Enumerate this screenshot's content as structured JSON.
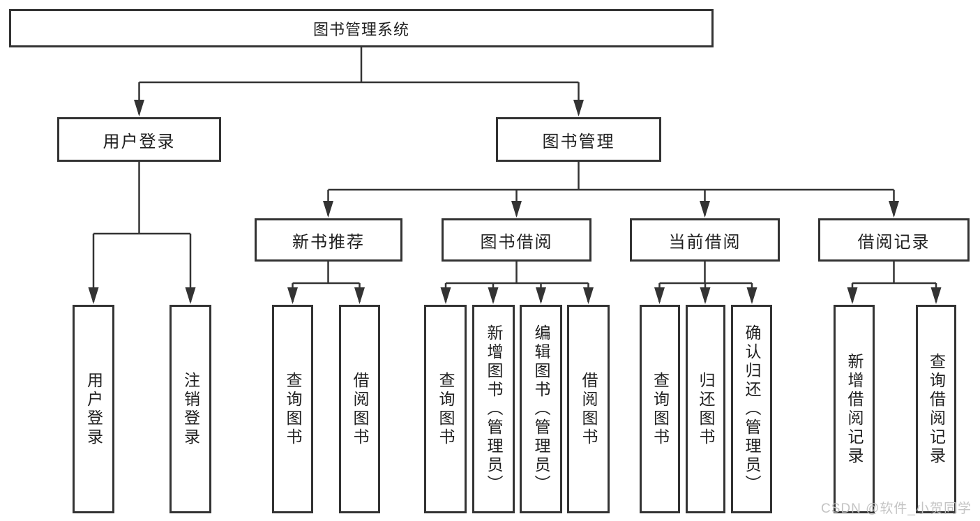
{
  "root": {
    "label": "图书管理系统"
  },
  "level2": [
    {
      "label": "用户登录",
      "children": [
        {
          "label": "用户登录"
        },
        {
          "label": "注销登录"
        }
      ]
    },
    {
      "label": "图书管理",
      "children": [
        {
          "label": "新书推荐",
          "children": [
            {
              "label": "查询图书"
            },
            {
              "label": "借阅图书"
            }
          ]
        },
        {
          "label": "图书借阅",
          "children": [
            {
              "label": "查询图书"
            },
            {
              "label": "新增图书（管理员）"
            },
            {
              "label": "编辑图书（管理员）"
            },
            {
              "label": "借阅图书"
            }
          ]
        },
        {
          "label": "当前借阅",
          "children": [
            {
              "label": "查询图书"
            },
            {
              "label": "归还图书"
            },
            {
              "label": "确认归还（管理员）"
            }
          ]
        },
        {
          "label": "借阅记录",
          "children": [
            {
              "label": "新增借阅记录"
            },
            {
              "label": "查询借阅记录"
            }
          ]
        }
      ]
    }
  ],
  "watermark": "CSDN @软件_小贺同学",
  "colors": {
    "line": "#333333",
    "box_border": "#333333",
    "text": "#1f1f1f",
    "background": "#ffffff",
    "watermark": "#c1c1c1"
  }
}
